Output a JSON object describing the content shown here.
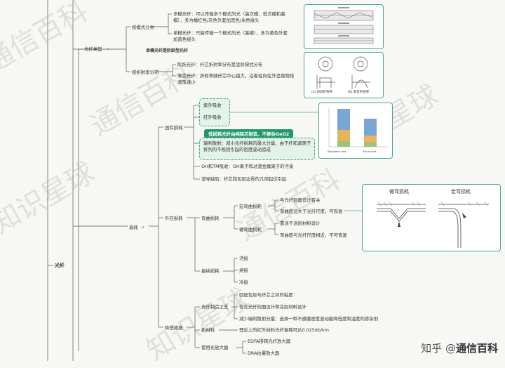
{
  "root": "光纤",
  "types": {
    "label": "光纤类型",
    "by_mode": {
      "label": "按模式分类",
      "multi": "多模光纤：可以传输多个模式的光（高次模、低次模和基模），多为橘红色/灰色外套加黑色/米色接头",
      "single": "单模光纤：只能传输一个模式的光（基模），多为黄色外套加蓝色接头",
      "note": "单模光纤是阶跃型光纤"
    },
    "by_index": {
      "label": "按折射率分布",
      "step": "阶跃光纤：纤芯折射率分布是呈阶梯式分布",
      "graded": "渐变光纤：折射率随纤芯中心越大，沿着径向往外呈抛物线递渐减小",
      "fig_a": "(a) 阶跃折射率",
      "fig_b": "(b) 渐变折射率"
    }
  },
  "loss": {
    "label": "衰耗",
    "intrinsic": {
      "label": "固有损耗",
      "uv": "紫外吸收",
      "ir": "红外吸收",
      "highlight": "低损耗光纤由纯硅芯制造，不掺杂GeO2",
      "rayleigh": "瑞利散射：减小光纤损耗的最大分量，由于纤和紧原子排列的不规则引起的密度波动造成"
    },
    "oh": "OH和TM吸收：OH离子和过渡金属离子的污染",
    "waveguide": "波导缺陷：纤芯和包层边界的几何起伏引起",
    "extrinsic": {
      "label": "外在损耗",
      "bend": {
        "label": "弯曲损耗",
        "macro": {
          "label": "宏弯曲损耗",
          "items": [
            "与光纤剖面设计有关",
            "弯曲度远大于光纤尺度，可恢复"
          ]
        },
        "micro": {
          "label": "微弯曲损耗",
          "items": [
            "靠涂于涂层材料设计",
            "弯曲度与光纤尺度相近，不可恢复"
          ]
        },
        "fig_micro": "微弯损耗",
        "fig_macro": "宏弯损耗"
      },
      "splice": {
        "label": "接续损耗",
        "items": [
          "活接",
          "熔接",
          "冷接"
        ]
      }
    },
    "reduce": {
      "label": "降低措施",
      "process": {
        "label": "光纤制造工艺",
        "items": [
          "匹配包层与纤芯之间的粘度",
          "优化光纤剖面设计和涂层材料设计",
          "减少瑞利散射分量：选择一种不遵循密度波动能降低度和温度的掺杂剂"
        ]
      },
      "material": {
        "label": "新材料",
        "note": "理论上的红外材料光纤衰耗可达0.025db/km"
      },
      "amp": {
        "label": "使用光放大器",
        "items": [
          "EDFA掺铒光纤放大器",
          "DRA拉曼放大器"
        ]
      }
    }
  },
  "chart_labels": {
    "a": "Standard core",
    "b": "Silica core"
  },
  "watermark": [
    "知识星球",
    "通信百科"
  ],
  "brand": {
    "prefix": "知乎 @",
    "name": "通信百科"
  }
}
